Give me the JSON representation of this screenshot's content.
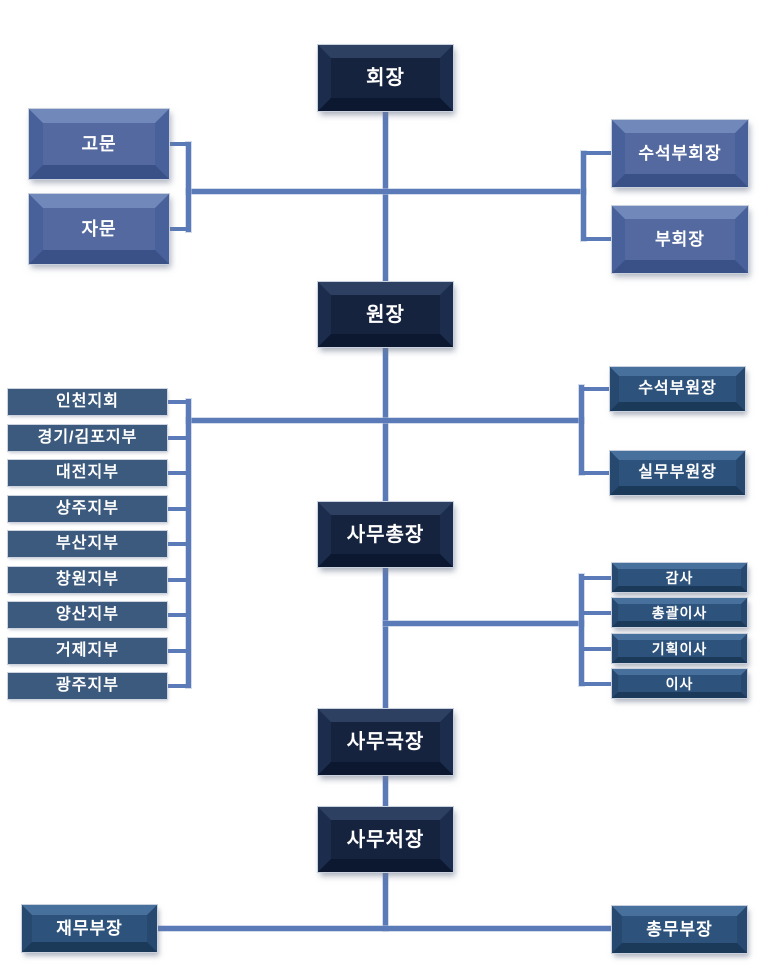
{
  "palette": {
    "connector_line": "#5b7ab8",
    "dark_navy_fill": "#16233e",
    "medium_blue_fill": "#54699f",
    "steel_blue_fill": "#2d527b",
    "flat_branch_fill": "#3c5a7d",
    "text": "#ffffff"
  },
  "org": {
    "chairman": {
      "label": "회장"
    },
    "advisors": [
      {
        "label": "고문"
      },
      {
        "label": "자문"
      }
    ],
    "vice_chairmen": [
      {
        "label": "수석부회장"
      },
      {
        "label": "부회장"
      }
    ],
    "director": {
      "label": "원장"
    },
    "deputy_directors": [
      {
        "label": "수석부원장"
      },
      {
        "label": "실무부원장"
      }
    ],
    "secretary_general": {
      "label": "사무총장"
    },
    "branches": [
      {
        "label": "인천지회"
      },
      {
        "label": "경기/김포지부"
      },
      {
        "label": "대전지부"
      },
      {
        "label": "상주지부"
      },
      {
        "label": "부산지부"
      },
      {
        "label": "창원지부"
      },
      {
        "label": "양산지부"
      },
      {
        "label": "거제지부"
      },
      {
        "label": "광주지부"
      }
    ],
    "executives": [
      {
        "label": "감사"
      },
      {
        "label": "총괄이사"
      },
      {
        "label": "기획이사"
      },
      {
        "label": "이사"
      }
    ],
    "office_director": {
      "label": "사무국장"
    },
    "office_chief": {
      "label": "사무처장"
    },
    "finance_manager": {
      "label": "재무부장"
    },
    "general_affairs_manager": {
      "label": "총무부장"
    }
  }
}
